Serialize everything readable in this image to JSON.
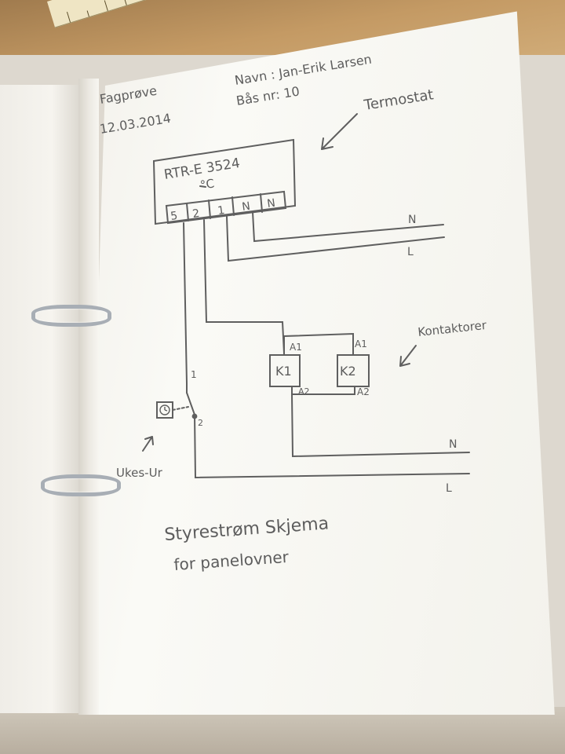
{
  "header": {
    "exam": "Fagprøve",
    "date": "12.03.2014",
    "name_line": "Navn : Jan-Erik Larsen",
    "booth_line": "Bås nr: 10"
  },
  "labels": {
    "thermostat": "Termostat",
    "model": "RTR-E 3524",
    "degree_symbol": "°C",
    "contactors": "Kontaktorer",
    "timer": "Ukes-Ur",
    "timer_icon": "timer-glyph",
    "timer_contact_1": "1",
    "timer_contact_2": "2"
  },
  "terminals": [
    "5",
    "2",
    "1",
    "N",
    "N"
  ],
  "contactors": [
    {
      "name": "K1",
      "top": "A1",
      "bottom": "A2"
    },
    {
      "name": "K2",
      "top": "A1",
      "bottom": "A2"
    }
  ],
  "lines": {
    "top_n": "N",
    "top_l": "L",
    "bottom_n": "N",
    "bottom_l": "L"
  },
  "caption": {
    "line1": "Styrestrøm Skjema",
    "line2": "for panelovner"
  }
}
